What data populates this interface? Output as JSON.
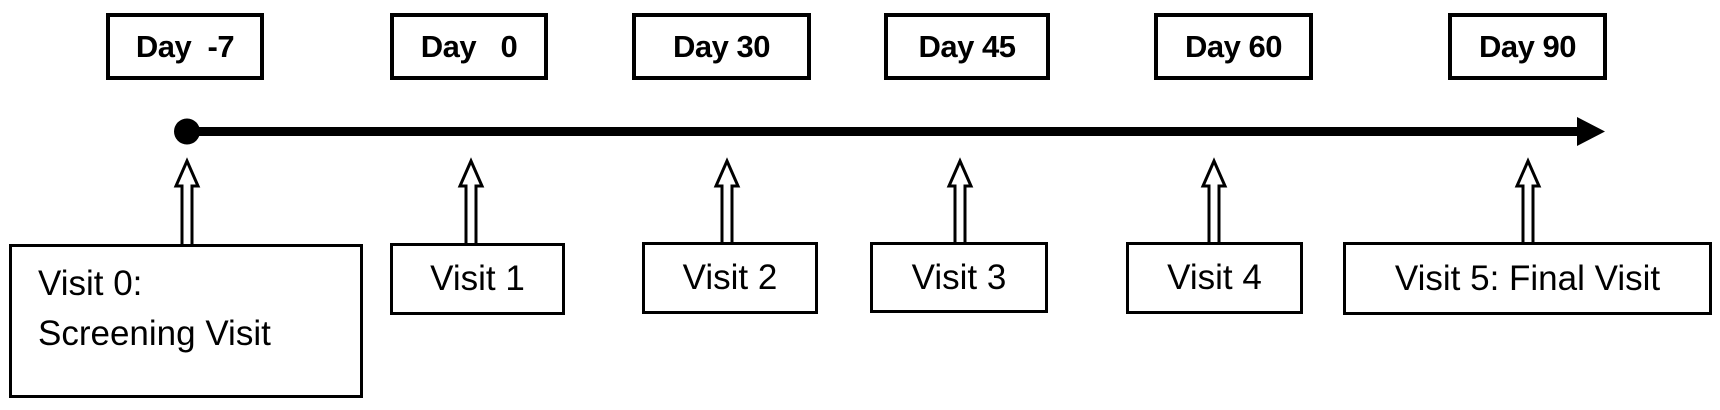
{
  "diagram": {
    "kind": "study-visit-timeline"
  },
  "colors": {
    "ink": "#000000",
    "background": "#ffffff"
  },
  "day_boxes": [
    {
      "label": "Day  -7"
    },
    {
      "label": "Day   0"
    },
    {
      "label": "Day 30"
    },
    {
      "label": "Day 45"
    },
    {
      "label": "Day 60"
    },
    {
      "label": "Day 90"
    }
  ],
  "visit_boxes": [
    {
      "label": "Visit 0:\nScreening Visit"
    },
    {
      "label": "Visit 1"
    },
    {
      "label": "Visit 2"
    },
    {
      "label": "Visit 3"
    },
    {
      "label": "Visit 4"
    },
    {
      "label": "Visit 5: Final Visit"
    }
  ]
}
